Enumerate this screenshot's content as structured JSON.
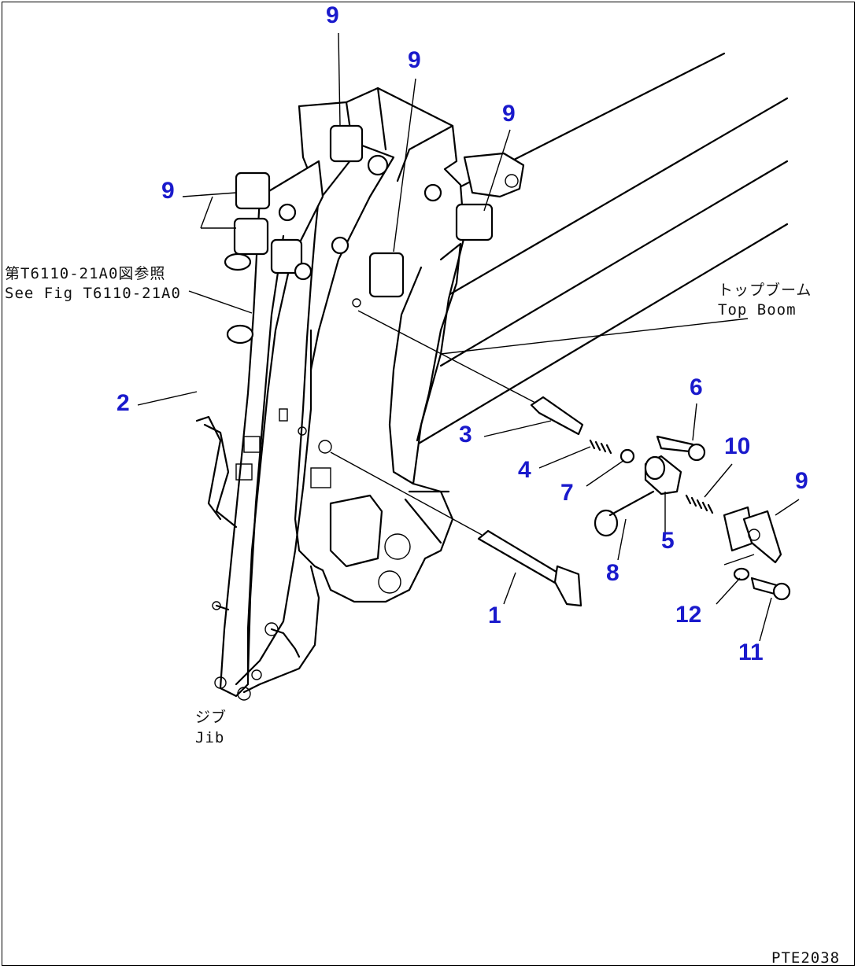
{
  "diagram": {
    "callouts": [
      {
        "id": "c9a",
        "label": "9"
      },
      {
        "id": "c9b",
        "label": "9"
      },
      {
        "id": "c9c",
        "label": "9"
      },
      {
        "id": "c9d",
        "label": "9"
      },
      {
        "id": "c9e",
        "label": "9"
      },
      {
        "id": "c2",
        "label": "2"
      },
      {
        "id": "c3",
        "label": "3"
      },
      {
        "id": "c4",
        "label": "4"
      },
      {
        "id": "c7",
        "label": "7"
      },
      {
        "id": "c6",
        "label": "6"
      },
      {
        "id": "c10",
        "label": "10"
      },
      {
        "id": "c5",
        "label": "5"
      },
      {
        "id": "c8",
        "label": "8"
      },
      {
        "id": "c1",
        "label": "1"
      },
      {
        "id": "c12",
        "label": "12"
      },
      {
        "id": "c11",
        "label": "11"
      }
    ],
    "reference_note": {
      "line1": "第T6110-21A0図参照",
      "line2": "See Fig T6110-21A0"
    },
    "top_boom_label": {
      "jp": "トップブーム",
      "en": "Top Boom"
    },
    "jib_label": {
      "jp": "ジブ",
      "en": "Jib"
    },
    "figure_code": "PTE2038",
    "colors": {
      "callout": "#1a1acc",
      "line": "#000000"
    }
  }
}
